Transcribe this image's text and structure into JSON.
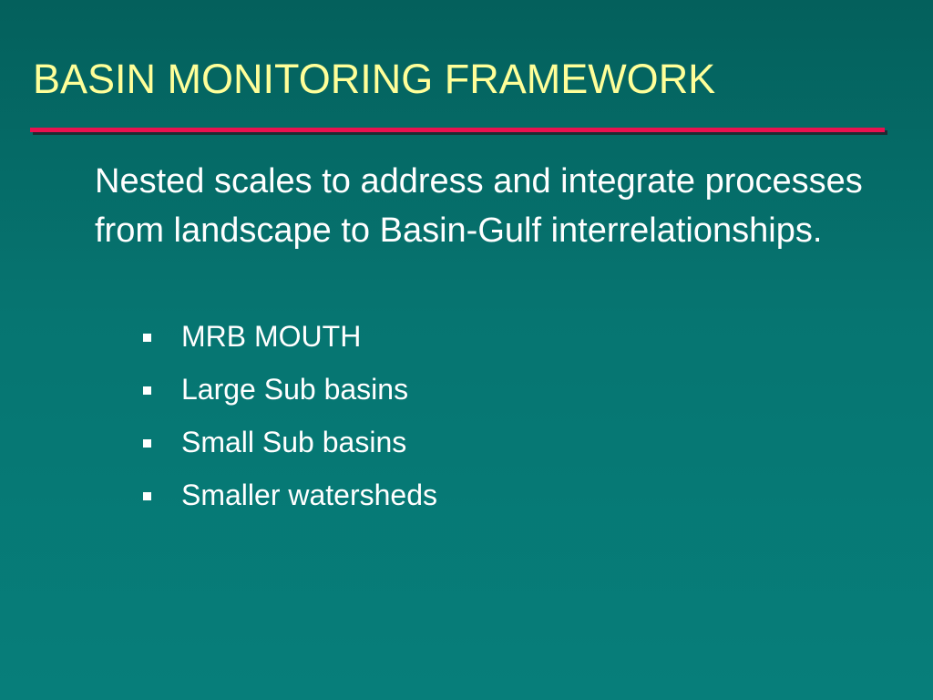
{
  "slide": {
    "title": "BASIN MONITORING FRAMEWORK",
    "main_text": "Nested scales to address and integrate processes from landscape to Basin-Gulf interrelationships.",
    "bullets": [
      {
        "label": "MRB MOUTH"
      },
      {
        "label": "Large Sub basins"
      },
      {
        "label": "Small Sub basins"
      },
      {
        "label": "Smaller watersheds"
      }
    ]
  },
  "colors": {
    "background": "#067571",
    "title": "#ffff99",
    "rule": "#e8114f",
    "body_text": "#ffffff"
  },
  "icons": {
    "bullet": "square-bullet-icon"
  }
}
